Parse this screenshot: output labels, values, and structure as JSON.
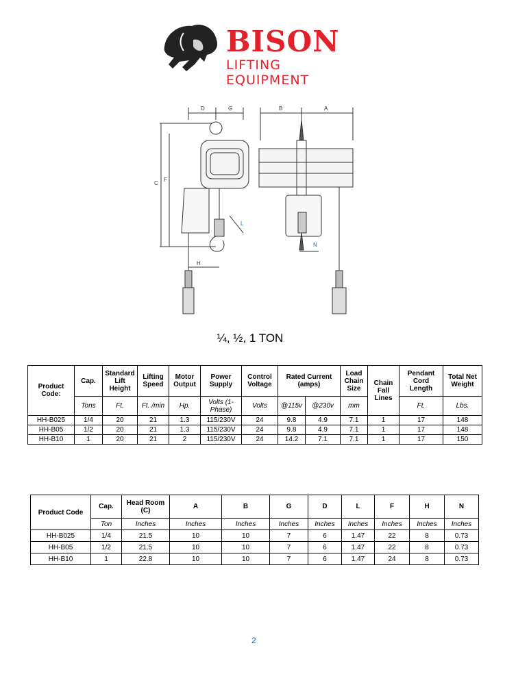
{
  "logo": {
    "brand": "BISON",
    "subtitle": "LIFTING EQUIPMENT"
  },
  "diagram": {
    "labels": [
      "D",
      "G",
      "B",
      "A",
      "C",
      "F",
      "L",
      "N",
      "H"
    ]
  },
  "title": "¼, ½, 1 TON",
  "specs_table": {
    "headers": [
      "Product Code:",
      "Cap.",
      "Standard Lift Height",
      "Lifting Speed",
      "Motor Output",
      "Power Supply",
      "Control Voltage",
      "Rated Current (amps)",
      "Load Chain Size",
      "Chain Fall Lines",
      "Pendant Cord Length",
      "Total Net Weight"
    ],
    "units": [
      "Tons",
      "Ft.",
      "Ft. /min",
      "Hp.",
      "Volts (1-Phase)",
      "Volts",
      "@115v",
      "@230v",
      "mm",
      "Ft.",
      "Lbs."
    ],
    "rows": [
      [
        "HH-B025",
        "1/4",
        "20",
        "21",
        "1.3",
        "115/230V",
        "24",
        "9.8",
        "4.9",
        "7.1",
        "1",
        "17",
        "148"
      ],
      [
        "HH-B05",
        "1/2",
        "20",
        "21",
        "1.3",
        "115/230V",
        "24",
        "9.8",
        "4.9",
        "7.1",
        "1",
        "17",
        "148"
      ],
      [
        "HH-B10",
        "1",
        "20",
        "21",
        "2",
        "115/230V",
        "24",
        "14.2",
        "7.1",
        "7.1",
        "1",
        "17",
        "150"
      ]
    ]
  },
  "dims_table": {
    "headers": [
      "Product Code",
      "Cap.",
      "Head Room (C)",
      "A",
      "B",
      "G",
      "D",
      "L",
      "F",
      "H",
      "N"
    ],
    "units": [
      "Ton",
      "Inches",
      "Inches",
      "Inches",
      "Inches",
      "Inches",
      "Inches",
      "Inches",
      "Inches",
      "Inches"
    ],
    "rows": [
      [
        "HH-B025",
        "1/4",
        "21.5",
        "10",
        "10",
        "7",
        "6",
        "1.47",
        "22",
        "8",
        "0.73"
      ],
      [
        "HH-B05",
        "1/2",
        "21.5",
        "10",
        "10",
        "7",
        "6",
        "1.47",
        "22",
        "8",
        "0.73"
      ],
      [
        "HH-B10",
        "1",
        "22.8",
        "10",
        "10",
        "7",
        "6",
        "1.47",
        "24",
        "8",
        "0.73"
      ]
    ]
  },
  "page_number": "2"
}
